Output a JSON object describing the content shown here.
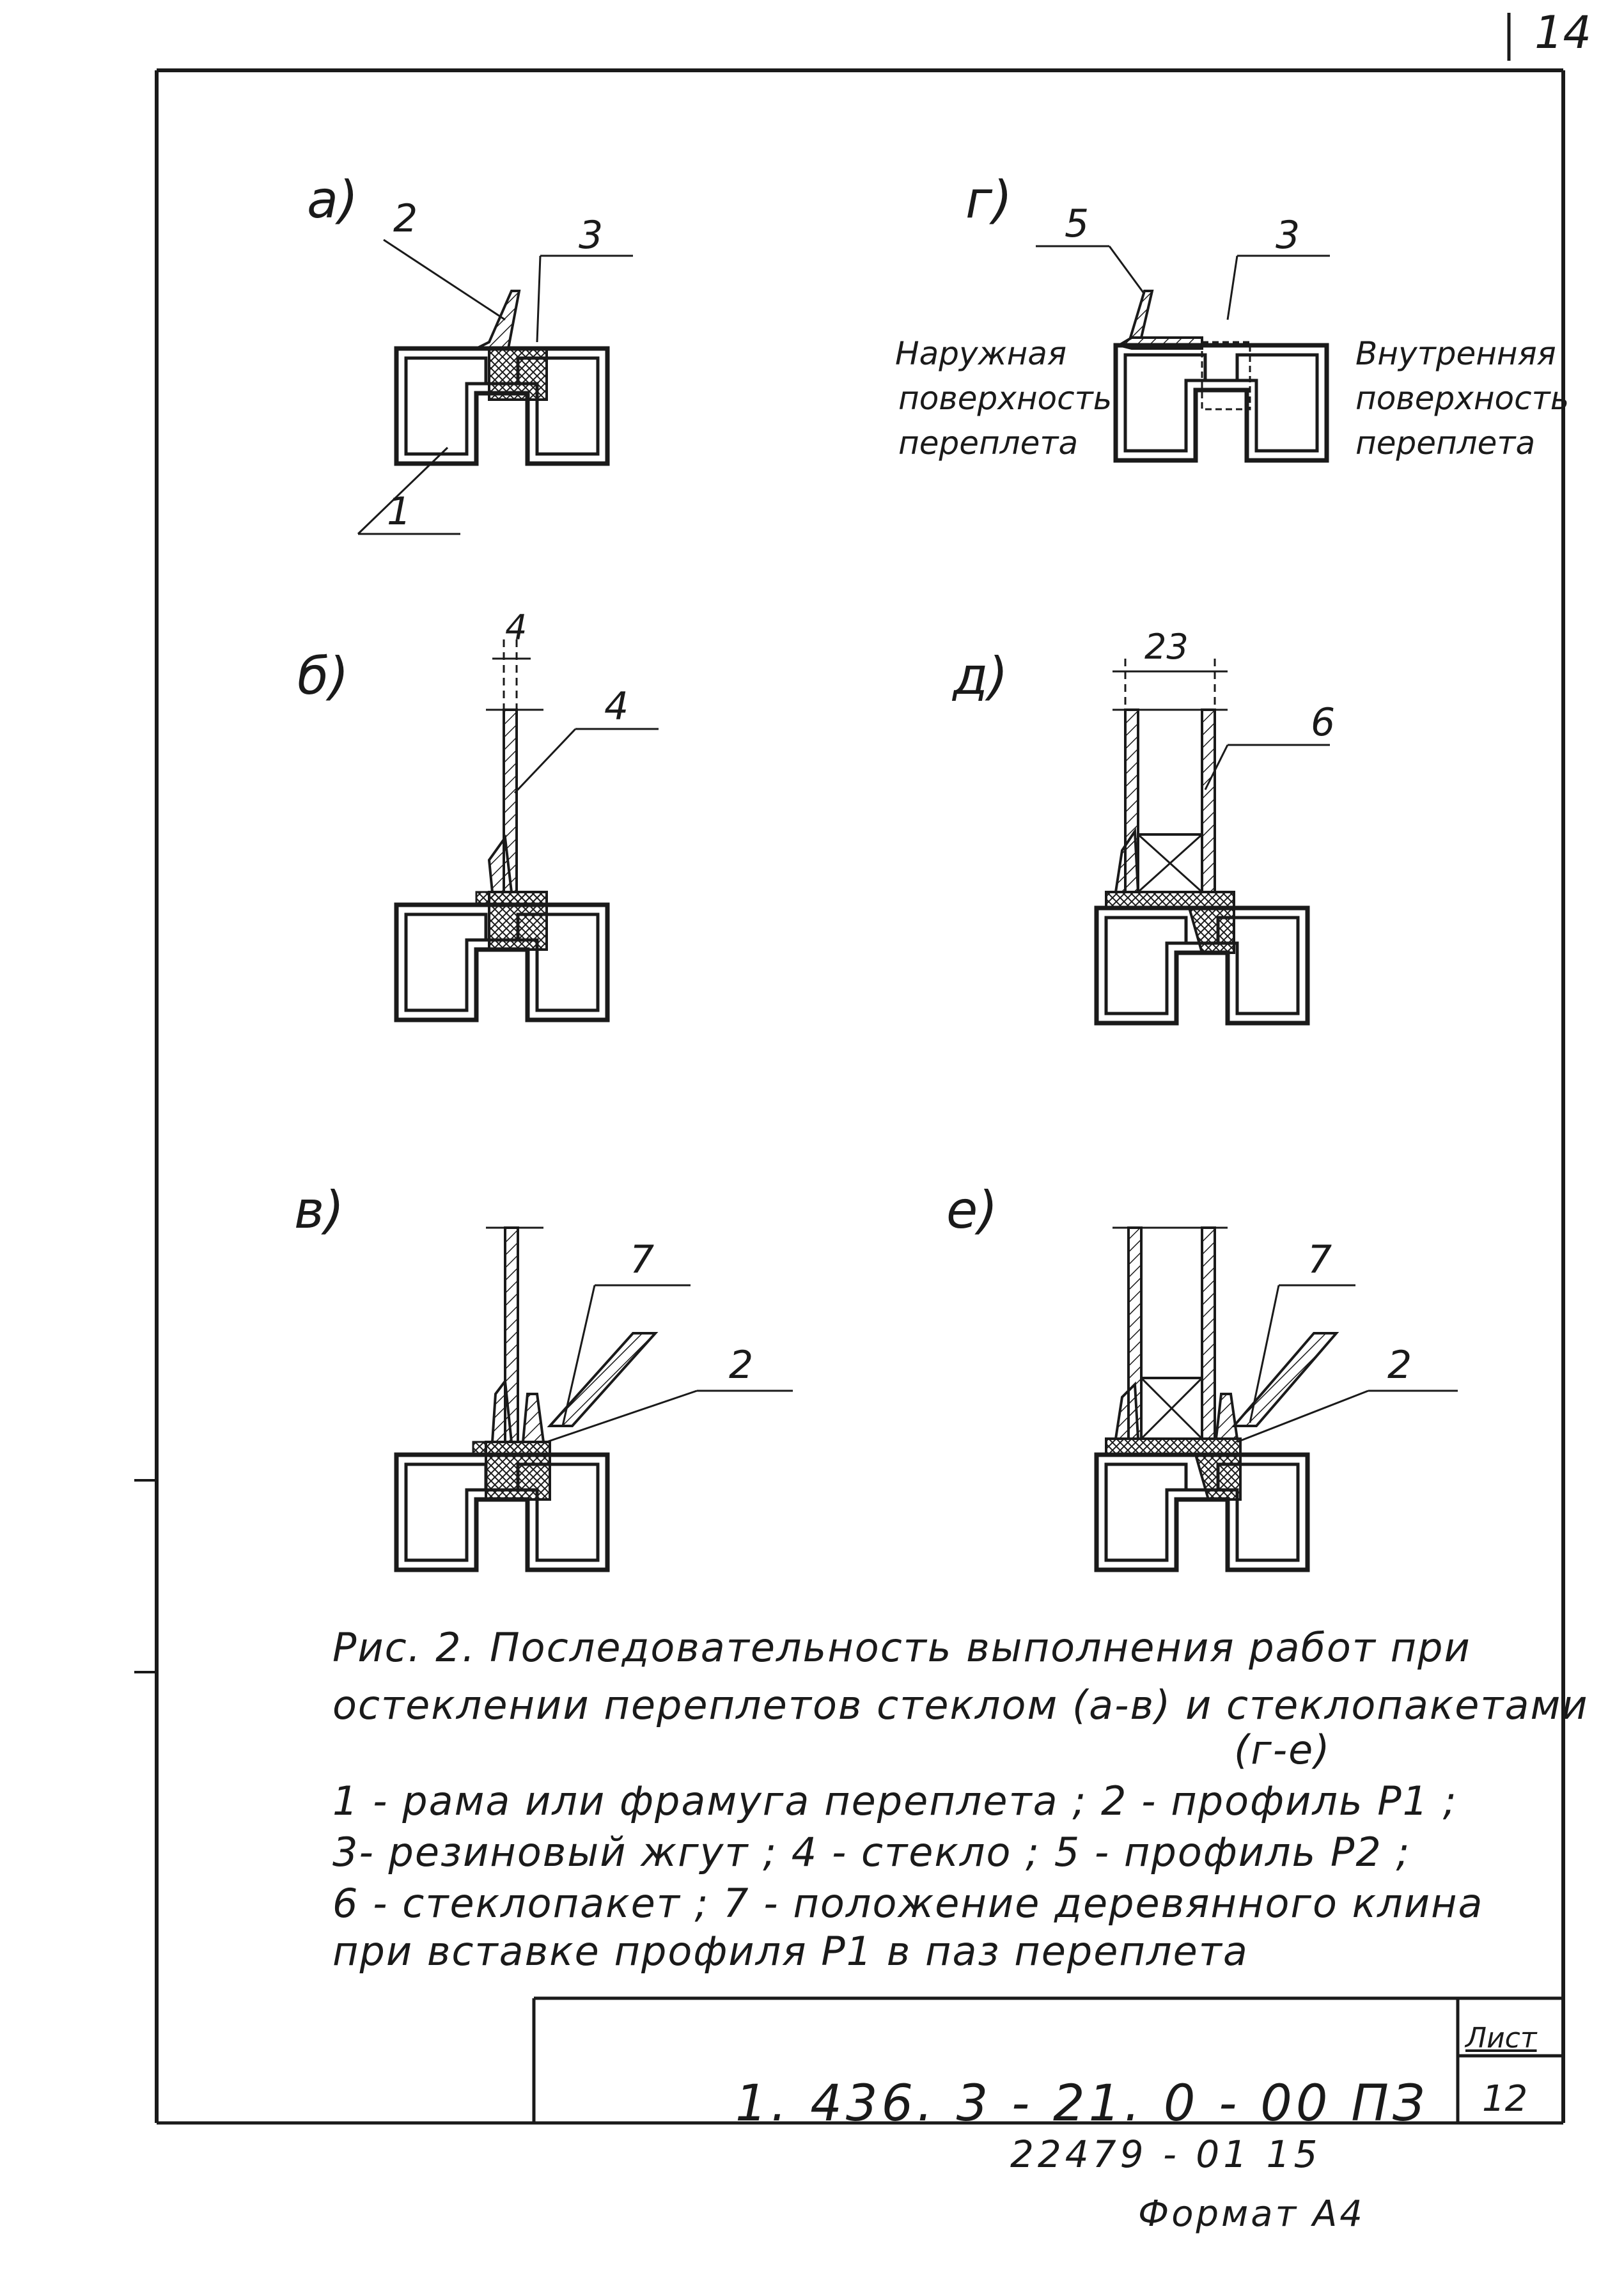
{
  "page_number": "14",
  "panels": {
    "a": {
      "label": "а)",
      "callouts": [
        "2",
        "3",
        "1"
      ]
    },
    "g": {
      "label": "г)",
      "callouts": [
        "5",
        "3"
      ],
      "outer_text": [
        "Наружная",
        "поверхность",
        "переплета"
      ],
      "inner_text": [
        "Внутренняя",
        "поверхность",
        "переплета"
      ]
    },
    "b": {
      "label": "б)",
      "dim": "4",
      "callouts": [
        "4"
      ]
    },
    "d": {
      "label": "д)",
      "dim": "23",
      "callouts": [
        "6"
      ]
    },
    "v": {
      "label": "в)",
      "callouts": [
        "7",
        "2"
      ]
    },
    "e": {
      "label": "е)",
      "callouts": [
        "7",
        "2"
      ]
    }
  },
  "caption": {
    "line1": "Рис. 2.   Последовательность  выполнения  работ  при",
    "line2": "остеклении  переплетов  стеклом  (а-в) и  стеклопакетами",
    "line3": "(г-е)",
    "line4": "1 - рама или фрамуга  переплета ;  2 - профиль Р1 ;",
    "line5": "3- резиновый  жгут ;   4 - стекло ;   5 - профиль Р2 ;",
    "line6": "6 - стеклопакет ;   7 - положение  деревянного  клина",
    "line7": "при  вставке   профиля Р1  в паз  переплета"
  },
  "title_block": {
    "code": "1. 436. 3 - 21. 0 - 00 ПЗ",
    "sheet_label": "Лист",
    "sheet_number": "12"
  },
  "inventory_number": "22479 - 01     15",
  "format_label": "Формат А4",
  "colors": {
    "ink": "#1a1a1a",
    "paper": "#ffffff"
  }
}
